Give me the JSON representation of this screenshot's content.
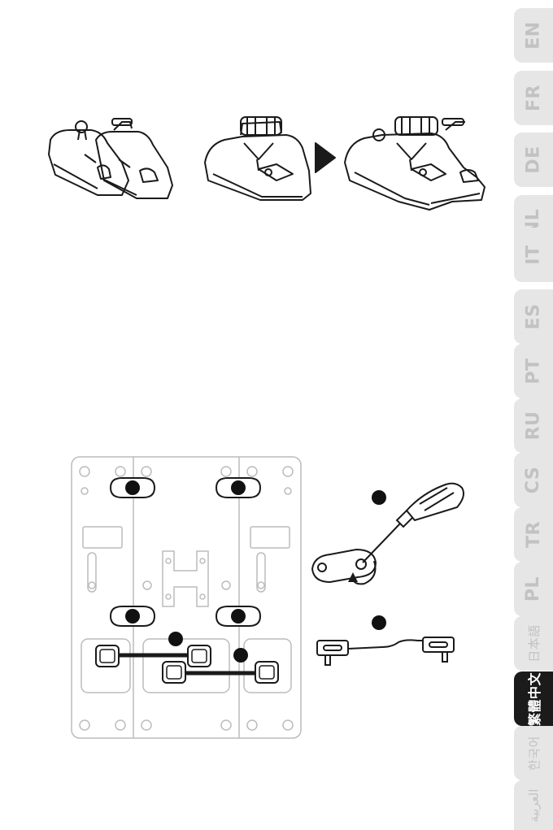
{
  "language_tabs": [
    {
      "label": "EN",
      "active": false
    },
    {
      "label": "FR",
      "active": false
    },
    {
      "label": "DE",
      "active": false
    },
    {
      "label": "NL",
      "active": false
    },
    {
      "label": "IT",
      "active": false
    },
    {
      "label": "ES",
      "active": false
    },
    {
      "label": "PT",
      "active": false
    },
    {
      "label": "RU",
      "active": false
    },
    {
      "label": "CS",
      "active": false
    },
    {
      "label": "TR",
      "active": false
    },
    {
      "label": "PL",
      "active": false
    },
    {
      "label": "日本語",
      "active": false
    },
    {
      "label": "繁體中文",
      "active": true
    },
    {
      "label": "한국어",
      "active": false
    },
    {
      "label": "العربية",
      "active": false
    }
  ],
  "colors": {
    "tab_bg": "#e6e6e6",
    "tab_text": "#c2c2c2",
    "active_bg": "#1b1b1b",
    "active_text": "#ffffff",
    "line": "#1a1a1a",
    "light_line": "#bcbcbc"
  },
  "icons": [
    "arrow-right-icon",
    "screwdriver-icon",
    "cable-icon",
    "rotate-arrow-icon"
  ]
}
